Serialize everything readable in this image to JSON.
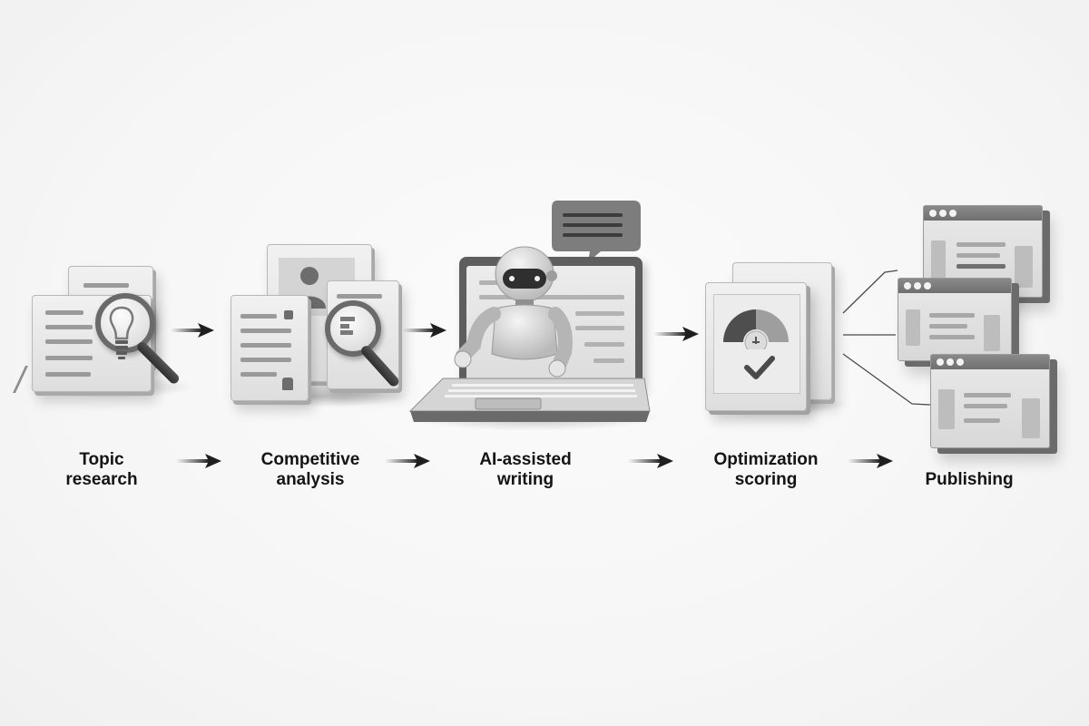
{
  "diagram": {
    "type": "workflow",
    "direction": "left-to-right",
    "background": "#f6f6f6",
    "text_color": "#141414",
    "steps": [
      {
        "id": "topic-research",
        "line1": "Topic",
        "line2": "research",
        "icon": "document-magnifier-lightbulb-icon"
      },
      {
        "id": "competitive-analysis",
        "line1": "Competitive",
        "line2": "analysis",
        "icon": "documents-profile-magnifier-icon"
      },
      {
        "id": "ai-assisted-writing",
        "line1": "AI-assisted",
        "line2": "writing",
        "icon": "robot-laptop-speech-bubble-icon"
      },
      {
        "id": "optimization-scoring",
        "line1": "Optimization",
        "line2": "scoring",
        "icon": "document-gauge-checkmark-icon"
      },
      {
        "id": "publishing",
        "line1": "Publishing",
        "line2": "",
        "icon": "browser-windows-stack-icon"
      }
    ],
    "connectors": [
      {
        "from": "topic-research",
        "to": "competitive-analysis",
        "glyph": "arrow-right"
      },
      {
        "from": "competitive-analysis",
        "to": "ai-assisted-writing",
        "glyph": "arrow-right"
      },
      {
        "from": "ai-assisted-writing",
        "to": "optimization-scoring",
        "glyph": "arrow-right"
      },
      {
        "from": "optimization-scoring",
        "to": "publishing",
        "glyph": "arrow-right"
      }
    ],
    "publishing_targets": 3
  }
}
